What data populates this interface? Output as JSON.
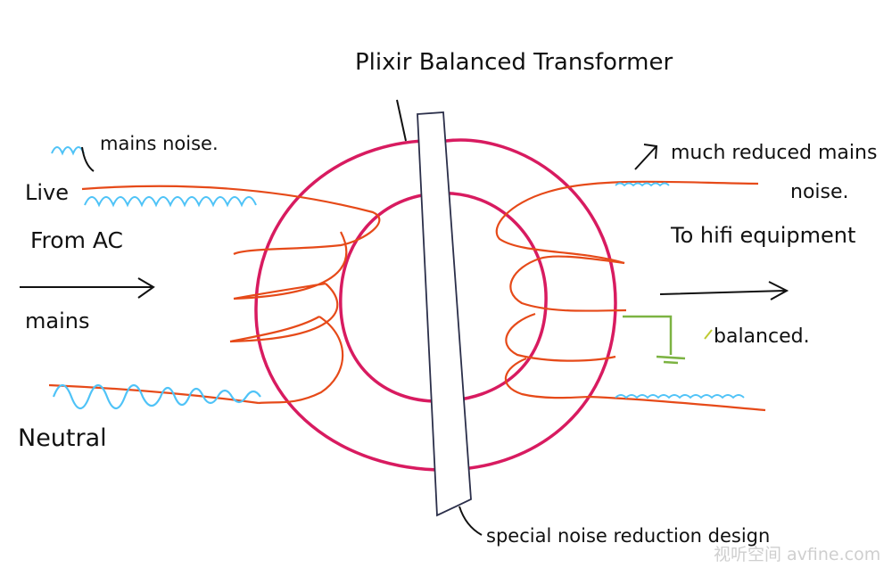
{
  "labels": {
    "title": "Plixir Balanced Transformer",
    "mains_noise": "mains noise.",
    "live": "Live",
    "from_ac": "From AC",
    "mains": "mains",
    "neutral": "Neutral",
    "reduced_noise_line1": "much reduced mains",
    "reduced_noise_line2": "noise.",
    "to_hifi": "To hifi equipment",
    "balanced": "balanced.",
    "special_design": "special noise reduction design"
  },
  "watermark": {
    "text": "视听空间 avfine.com"
  },
  "colors": {
    "core": "#d81b60",
    "winding": "#e64a19",
    "noise": "#4fc3f7",
    "ground": "#7cb342",
    "ink": "#111111",
    "watermark": "#cfcfcf"
  }
}
